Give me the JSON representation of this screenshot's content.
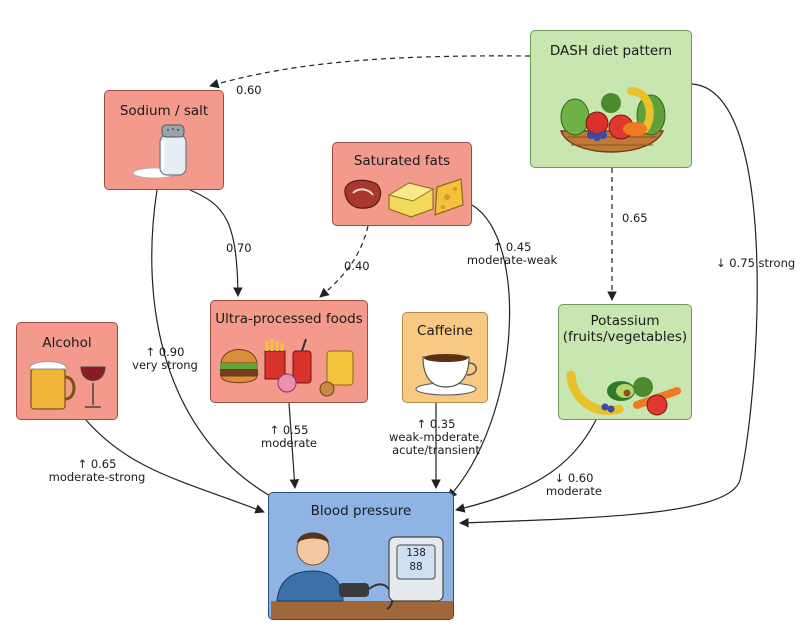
{
  "nodes": {
    "sodium": {
      "label": "Sodium / salt"
    },
    "saturated_fats": {
      "label": "Saturated fats"
    },
    "dash": {
      "label": "DASH diet pattern"
    },
    "ultra_processed": {
      "label": "Ultra-processed foods"
    },
    "caffeine": {
      "label": "Caffeine"
    },
    "potassium": {
      "label_line1": "Potassium",
      "label_line2": "(fruits/vegetables)"
    },
    "alcohol": {
      "label": "Alcohol"
    },
    "blood_pressure": {
      "label": "Blood pressure",
      "monitor_sys": "138",
      "monitor_dia": "88"
    }
  },
  "edges": {
    "dash_to_sodium": {
      "label": "0.60",
      "style": "dashed"
    },
    "sodium_to_upf": {
      "label": "0.70",
      "style": "solid"
    },
    "satfat_to_upf": {
      "label": "0.40",
      "style": "dashed"
    },
    "dash_to_potassium": {
      "label": "0.65",
      "style": "dashed"
    },
    "sodium_to_bp": {
      "line1": "↑ 0.90",
      "line2": "very strong"
    },
    "satfat_to_bp": {
      "line1": "↑ 0.45",
      "line2": "moderate-weak"
    },
    "dash_to_bp": {
      "line1": "↓ 0.75 strong"
    },
    "upf_to_bp": {
      "line1": "↑ 0.55",
      "line2": "moderate"
    },
    "caffeine_to_bp": {
      "line1": "↑ 0.35",
      "line2": "weak-moderate,",
      "line3": "acute/transient"
    },
    "alcohol_to_bp": {
      "line1": "↑ 0.65",
      "line2": "moderate-strong"
    },
    "potassium_to_bp": {
      "line1": "↓ 0.60",
      "line2": "moderate"
    }
  },
  "colors": {
    "risk_node": "#f39a8d",
    "protective_node": "#c8e6b0",
    "caffeine_node": "#f8c982",
    "outcome_node": "#8fb3e2",
    "arrow": "#222222"
  }
}
